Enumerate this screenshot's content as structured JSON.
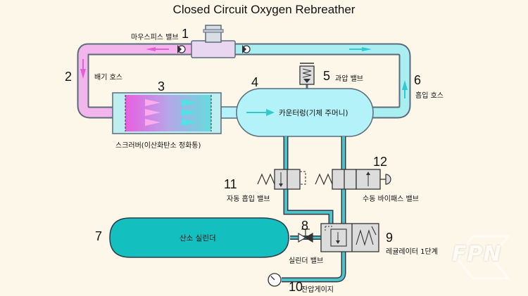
{
  "title": "Closed Circuit Oxygen Rebreather",
  "labels": {
    "mouthpiece_valve": "마우스피스 밸브",
    "exhale_hose": "배기 호스",
    "scrubber": "스크러버(이산화탄소 정화통)",
    "counterlung": "카운터렁(기체 주머니)",
    "overpressure_valve": "과압 밸브",
    "inhale_hose": "흡입 호스",
    "auto_intake_valve": "자동 흡입 밸브",
    "manual_bypass_valve": "수동 바이패스 밸브",
    "oxygen_cylinder": "산소 실린더",
    "cylinder_valve": "실린더 밸브",
    "regulator_stage1": "레귤레이터 1단계",
    "pressure_gauge": "잔압게이지"
  },
  "numbers": {
    "n1": "1",
    "n2": "2",
    "n3": "3",
    "n4": "4",
    "n5": "5",
    "n6": "6",
    "n7": "7",
    "n8": "8",
    "n9": "9",
    "n10": "10",
    "n11": "11",
    "n12": "12"
  },
  "watermark": "FPN",
  "colors": {
    "exhale": "#f3b6ec",
    "inhale": "#a9eef0",
    "counterlung": "#b3f2f8",
    "cylinder": "#14bfbf",
    "valve_body": "#dcdcdc",
    "o2_line": "#4fc3c8",
    "background": "#fdf7ea"
  }
}
